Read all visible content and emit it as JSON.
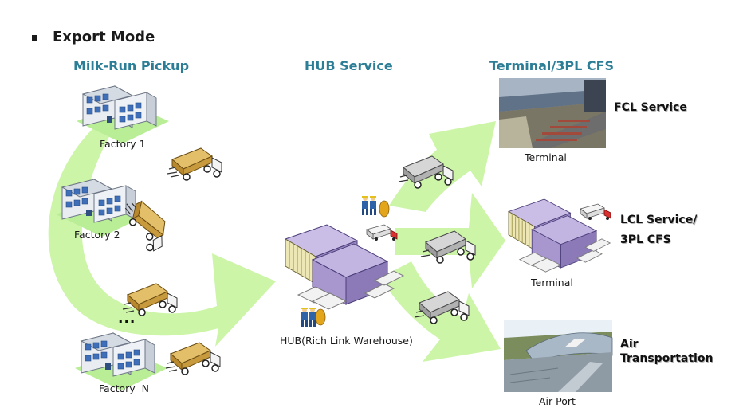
{
  "title": "Export Mode",
  "sections": {
    "pickup": "Milk-Run Pickup",
    "hub": "HUB Service",
    "terminal": "Terminal/3PL CFS"
  },
  "factories": [
    "Factory 1",
    "Factory 2",
    "...",
    "Factory  N"
  ],
  "hub": {
    "label": "HUB(Rich Link Warehouse)"
  },
  "destinations": [
    {
      "photo_label": "Terminal",
      "service": "FCL Service"
    },
    {
      "photo_label": "Terminal",
      "service_line1": "LCL Service/",
      "service_line2": "3PL CFS"
    },
    {
      "photo_label": "Air Port",
      "service_line1": "Air",
      "service_line2": "Transportation"
    }
  ],
  "colors": {
    "arrow_fill": "#ccf5a8",
    "section_text": "#2b7e96",
    "warehouse_purple": "#9a89c4",
    "building_blue": "#3f6fb8",
    "truck_cargo": "#e4bf6a"
  }
}
